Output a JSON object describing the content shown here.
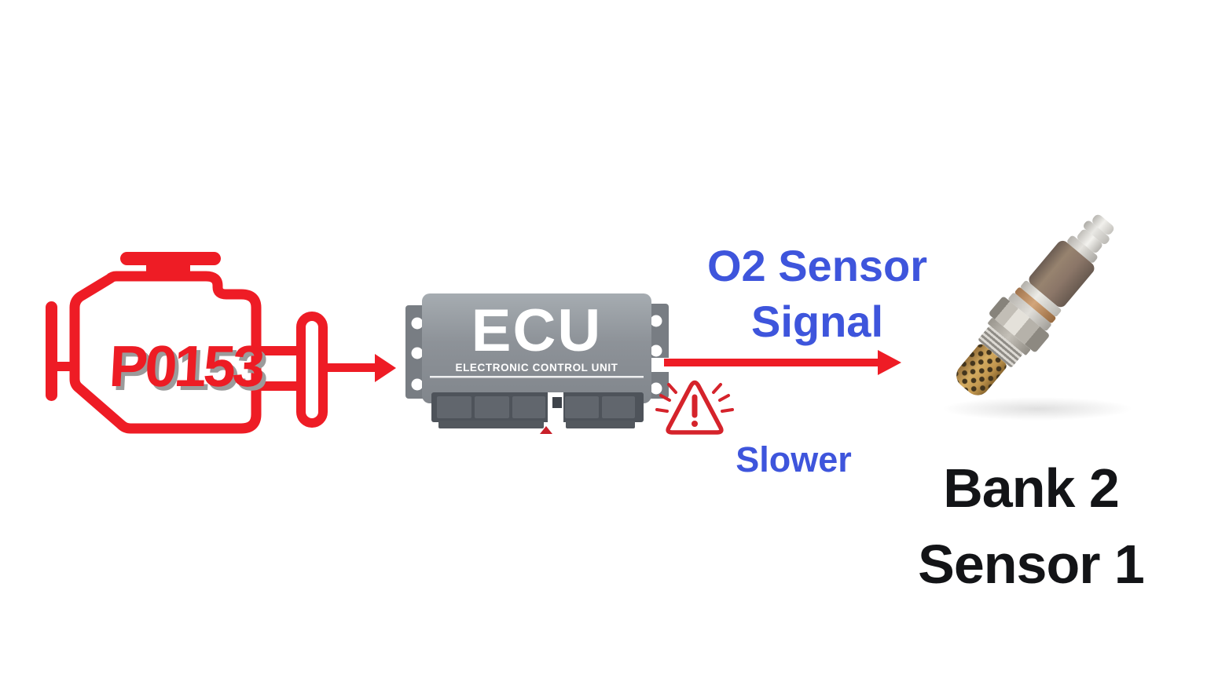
{
  "page": {
    "background": "#FFFFFF"
  },
  "engine_warning": {
    "icon": "check-engine-icon",
    "code": "P0153",
    "color": "#ED1C24",
    "shadow_color": "#9B9B9B"
  },
  "ecu": {
    "title": "ECU",
    "subtitle": "ELECTRONIC CONTROL UNIT",
    "body_color": "#8B9096",
    "connector_color": "#53585E"
  },
  "signal": {
    "line1": "O2 Sensor",
    "line2": "Signal",
    "color": "#3E55DC"
  },
  "warning": {
    "label": "Slower",
    "label_color": "#3E55DC",
    "icon": "warning-triangle-icon",
    "icon_color": "#D5232B"
  },
  "sensor": {
    "line1": "Bank 2",
    "line2": "Sensor 1",
    "text_color": "#131417",
    "image": "o2-sensor-photo"
  },
  "arrows": {
    "color": "#EE1C25",
    "from_engine_to_ecu": "right",
    "from_ecu_to_sensor": "right"
  }
}
